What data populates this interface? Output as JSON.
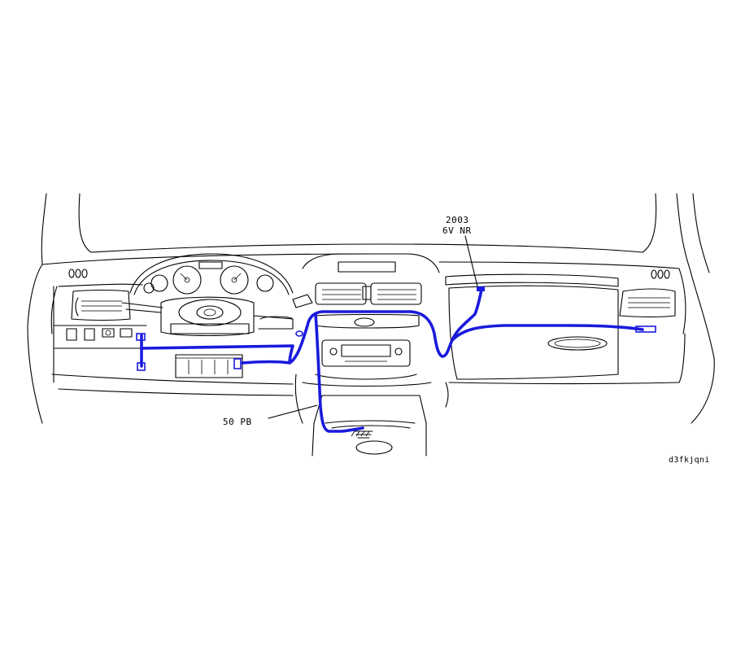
{
  "labels": {
    "connector_top_line1": "2003",
    "connector_top_line2": "6V  NR",
    "connector_bottom": "50  PB",
    "drawing_ref": "d3fkjqni"
  },
  "colors": {
    "wire": "#1a1adc",
    "outline": "#000000",
    "background": "#ffffff"
  }
}
